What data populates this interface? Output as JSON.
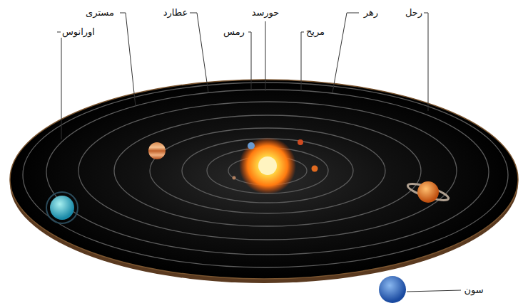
{
  "diagram": {
    "labels": [
      "مسترى",
      "عطارد",
      "حورسد",
      "رهر",
      "رحل",
      "اورانوس",
      "رمس",
      "مریح",
      "سون"
    ]
  }
}
